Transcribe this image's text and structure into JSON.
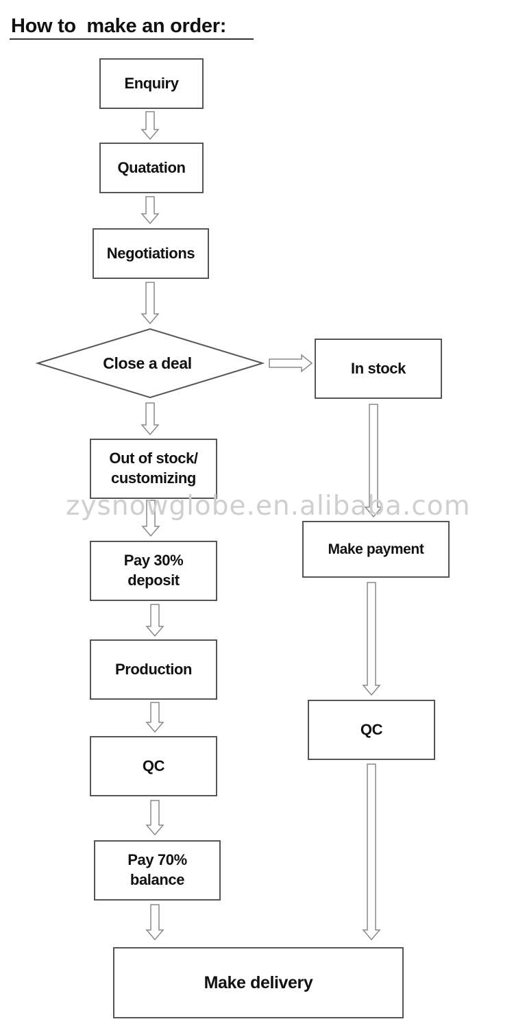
{
  "title": "How to  make an order:",
  "watermark": "zysnowglobe.en.alibaba.com",
  "nodes": {
    "enquiry": "Enquiry",
    "quotation": "Quatation",
    "negotiations": "Negotiations",
    "close_deal": "Close a deal",
    "in_stock": "In stock",
    "out_of_stock": "Out of stock/\ncustomizing",
    "pay_deposit": "Pay 30%\ndeposit",
    "production": "Production",
    "qc_left": "QC",
    "pay_balance": "Pay 70%\nbalance",
    "make_payment": "Make payment",
    "qc_right": "QC",
    "make_delivery": "Make delivery"
  }
}
